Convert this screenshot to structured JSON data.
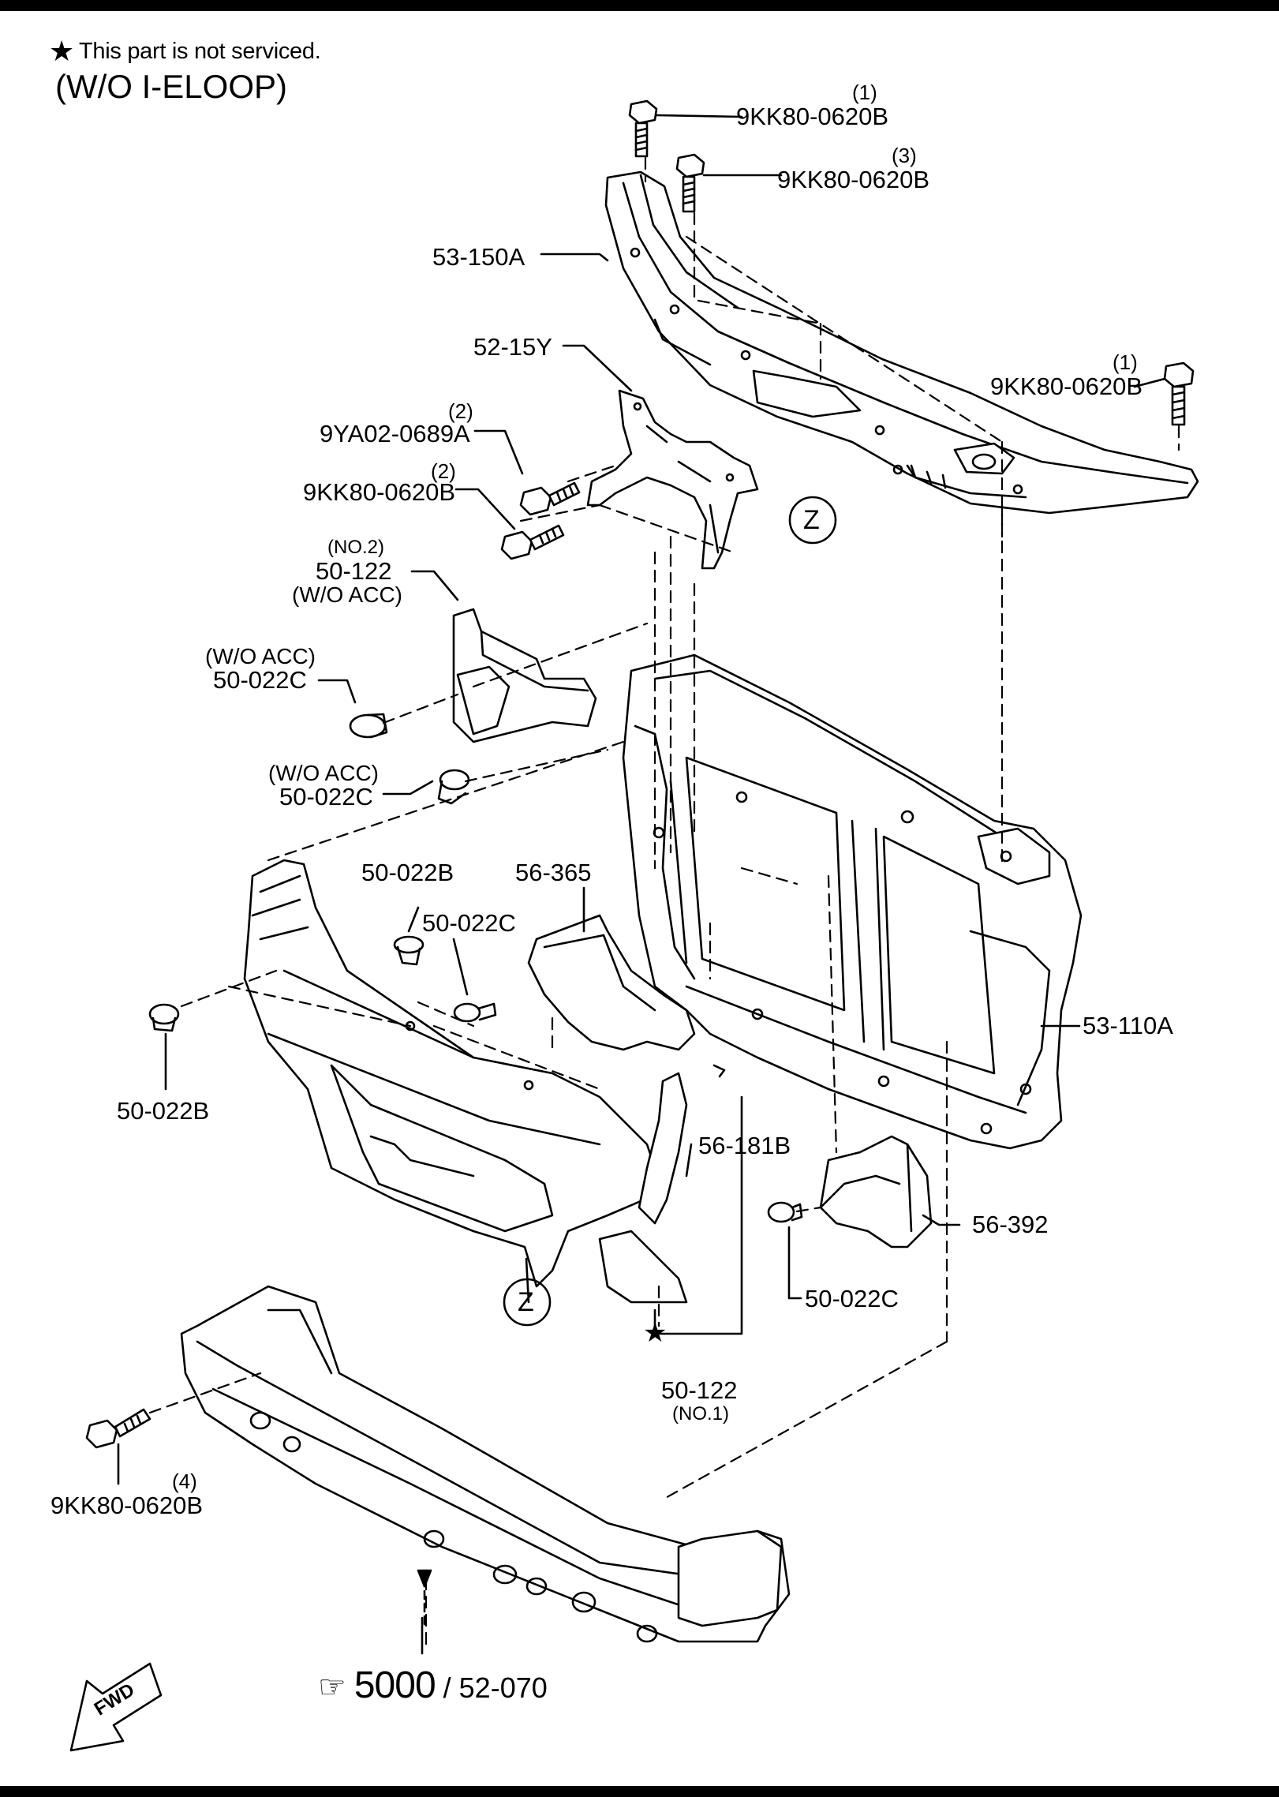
{
  "legend": {
    "star_symbol": "★",
    "not_serviced_note": "This part is not serviced."
  },
  "variant_title": "(W/O I-ELOOP)",
  "callouts": {
    "bolt_top_qty": "(1)",
    "bolt_top": "9KK80-0620B",
    "bolt_top2_qty": "(3)",
    "bolt_top2": "9KK80-0620B",
    "upper_member": "53-150A",
    "bolt_right_qty": "(1)",
    "bolt_right": "9KK80-0620B",
    "bracket_52_15y": "52-15Y",
    "bolt_9ya02_qty": "(2)",
    "bolt_9ya02": "9YA02-0689A",
    "bolt_mid_qty": "(2)",
    "bolt_mid": "9KK80-0620B",
    "duct_no2_tag": "(NO.2)",
    "duct_no2": "50-122",
    "duct_no2_cond": "(W/O ACC)",
    "clip_a_cond": "(W/O ACC)",
    "clip_a": "50-022C",
    "clip_b_cond": "(W/O ACC)",
    "clip_b": "50-022C",
    "clip_50_022b_center": "50-022B",
    "guide_56_365": "56-365",
    "clip_c": "50-022C",
    "radiator_support": "53-110A",
    "clip_50_022b_left": "50-022B",
    "guide_56_181b": "56-181B",
    "guide_56_392": "56-392",
    "clip_d": "50-022C",
    "duct_no1": "50-122",
    "duct_no1_tag": "(NO.1)",
    "bolt_lower_qty": "(4)",
    "bolt_lower": "9KK80-0620B",
    "view_mark_top": "Z",
    "view_mark_bottom": "Z",
    "ref_main": "5000",
    "ref_sub": "52-070",
    "fwd_label": "FWD",
    "star_mark": "★"
  }
}
